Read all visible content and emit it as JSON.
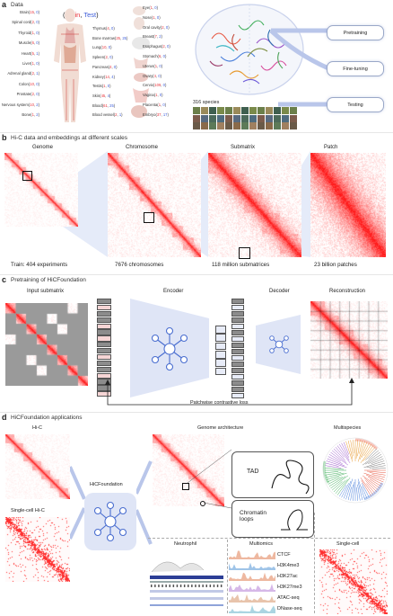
{
  "panel_a": {
    "label": "a",
    "title": "Data",
    "legend_train": "Train",
    "legend_comma": ",",
    "legend_test": "Test",
    "tissues_left": [
      {
        "name": "Brain",
        "train": "15",
        "test": "0"
      },
      {
        "name": "Spinal cord",
        "train": "2",
        "test": "0"
      },
      {
        "name": "Thyroid",
        "train": "1",
        "test": "0"
      },
      {
        "name": "Muscle",
        "train": "6",
        "test": "0"
      },
      {
        "name": "Heart",
        "train": "5",
        "test": "1"
      },
      {
        "name": "Liver",
        "train": "1",
        "test": "0"
      },
      {
        "name": "Adrenal gland",
        "train": "2",
        "test": "1"
      },
      {
        "name": "Colon",
        "train": "10",
        "test": "0"
      },
      {
        "name": "Prostate",
        "train": "2",
        "test": "0"
      },
      {
        "name": "Nervous system",
        "train": "10",
        "test": "2"
      },
      {
        "name": "Bone",
        "train": "1",
        "test": "2"
      }
    ],
    "tissues_mid": [
      {
        "name": "Thymus",
        "train": "4",
        "test": "0"
      },
      {
        "name": "Bone marrow",
        "train": "25",
        "test": "25"
      },
      {
        "name": "Lung",
        "train": "10",
        "test": "0"
      },
      {
        "name": "Spleen",
        "train": "2",
        "test": "0"
      },
      {
        "name": "Pancreas",
        "train": "4",
        "test": "0"
      },
      {
        "name": "Kidney",
        "train": "14",
        "test": "4"
      },
      {
        "name": "Testis",
        "train": "1",
        "test": "0"
      },
      {
        "name": "Skin",
        "train": "45",
        "test": "4"
      },
      {
        "name": "Blood",
        "train": "61",
        "test": "25"
      },
      {
        "name": "Blood vessel",
        "train": "2",
        "test": "1"
      }
    ],
    "tissues_right": [
      {
        "name": "Eye",
        "train": "1",
        "test": "0"
      },
      {
        "name": "Nose",
        "train": "1",
        "test": "0"
      },
      {
        "name": "Oral cavity",
        "train": "2",
        "test": "0"
      },
      {
        "name": "Breast",
        "train": "7",
        "test": "2"
      },
      {
        "name": "Esophagus",
        "train": "2",
        "test": "0"
      },
      {
        "name": "Stomach",
        "train": "6",
        "test": "0"
      },
      {
        "name": "Uterus",
        "train": "1",
        "test": "0"
      },
      {
        "name": "Ovary",
        "train": "4",
        "test": "0"
      },
      {
        "name": "Cervix",
        "train": "109",
        "test": "0"
      },
      {
        "name": "Vagina",
        "train": "1",
        "test": "0"
      },
      {
        "name": "Placenta",
        "train": "1",
        "test": "0"
      },
      {
        "name": "Embryo",
        "train": "37",
        "test": "17"
      }
    ],
    "stage_pretraining": "Pretraining",
    "stage_finetuning": "Fine-tuning",
    "stage_testing": "Testing",
    "species": "316 species",
    "colors": {
      "train": "#e8333a",
      "test": "#3b5bd9",
      "arrow": "#b9c6ea"
    }
  },
  "panel_b": {
    "label": "b",
    "title": "Hi-C data and embeddings at different scales",
    "heads": [
      "Genome",
      "Chromosome",
      "Submatrix",
      "Patch"
    ],
    "captions": [
      "Train: 404 experiments",
      "7676 chromosomes",
      "118 million submatrices",
      "23 billion patches"
    ]
  },
  "panel_c": {
    "label": "c",
    "title": "Pretraining of HiCFoundation",
    "input": "Input submatrix",
    "encoder": "Encoder",
    "decoder": "Decoder",
    "reconstruction": "Reconstruction",
    "loss": "Patchwise contrastive loss"
  },
  "panel_d": {
    "label": "d",
    "title": "HiCFoundation applications",
    "hic": "Hi-C",
    "sc_hic": "Single-cell Hi-C",
    "model": "HiCFoundation",
    "genome_arch": "Genome architecture",
    "tad": "TAD",
    "loops": "Chromatin loops",
    "multispecies": "Multispecies",
    "neutrophil": "Neutrophil",
    "multiomics": "Multiomics",
    "single_cell": "Single-cell",
    "tracks": [
      "CTCF",
      "H3K4me3",
      "H3K27ac",
      "H3K27me3",
      "ATAC-seq",
      "DNase-seq"
    ]
  }
}
